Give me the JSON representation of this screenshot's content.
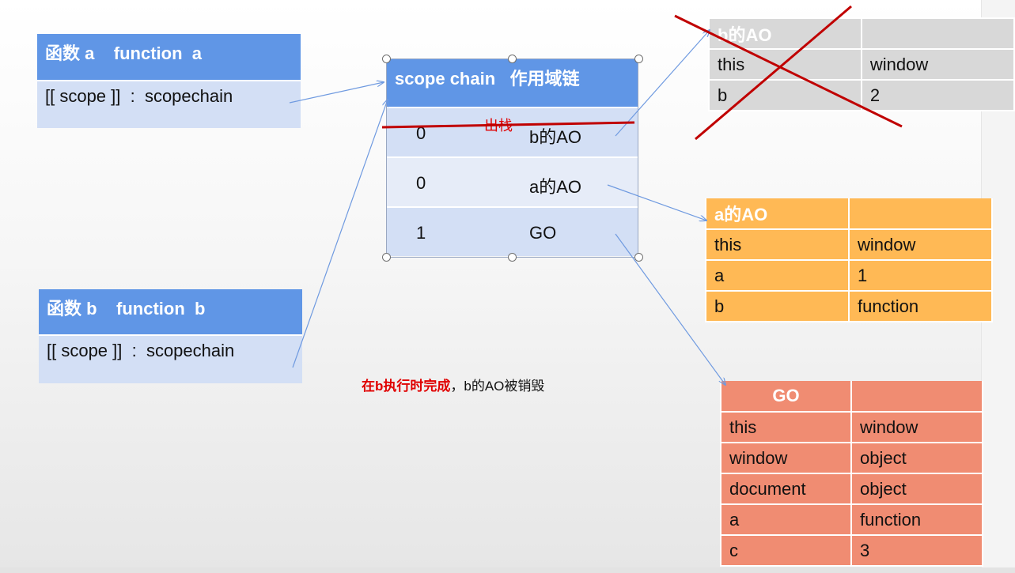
{
  "function_a": {
    "header": "函数 a    function  a",
    "row": "[[ scope ]]  :  scopechain"
  },
  "function_b": {
    "header": "函数 b    function  b",
    "row": "[[ scope ]]  :  scopechain"
  },
  "scope_chain": {
    "header": "scope chain   作用域链",
    "rows": [
      {
        "index": "0",
        "value": "b的AO",
        "popped": true
      },
      {
        "index": "0",
        "value": "a的AO"
      },
      {
        "index": "1",
        "value": "GO"
      }
    ],
    "popped_label": "出栈"
  },
  "b_ao": {
    "title": "b的AO",
    "rows": [
      {
        "key": "this",
        "value": "window"
      },
      {
        "key": "b",
        "value": "2"
      }
    ],
    "crossed_out": true
  },
  "a_ao": {
    "title": "a的AO",
    "rows": [
      {
        "key": "this",
        "value": "window"
      },
      {
        "key": "a",
        "value": "1"
      },
      {
        "key": "b",
        "value": "function"
      }
    ]
  },
  "go": {
    "title": "GO",
    "rows": [
      {
        "key": "this",
        "value": "window"
      },
      {
        "key": "window",
        "value": "object"
      },
      {
        "key": "document",
        "value": "object"
      },
      {
        "key": "a",
        "value": "function"
      },
      {
        "key": "c",
        "value": "3"
      }
    ]
  },
  "note": {
    "highlight": "在b执行时完成",
    "rest": "，b的AO被销毁"
  },
  "colors": {
    "header_blue": "#6096e6",
    "row_blue": "#d3dff5",
    "b_ao_gray": "#d8d8d8",
    "a_ao_orange": "#ffb955",
    "go_salmon": "#f08c72",
    "cross_red": "#c00000",
    "arrow_blue": "#6f9ae0"
  }
}
